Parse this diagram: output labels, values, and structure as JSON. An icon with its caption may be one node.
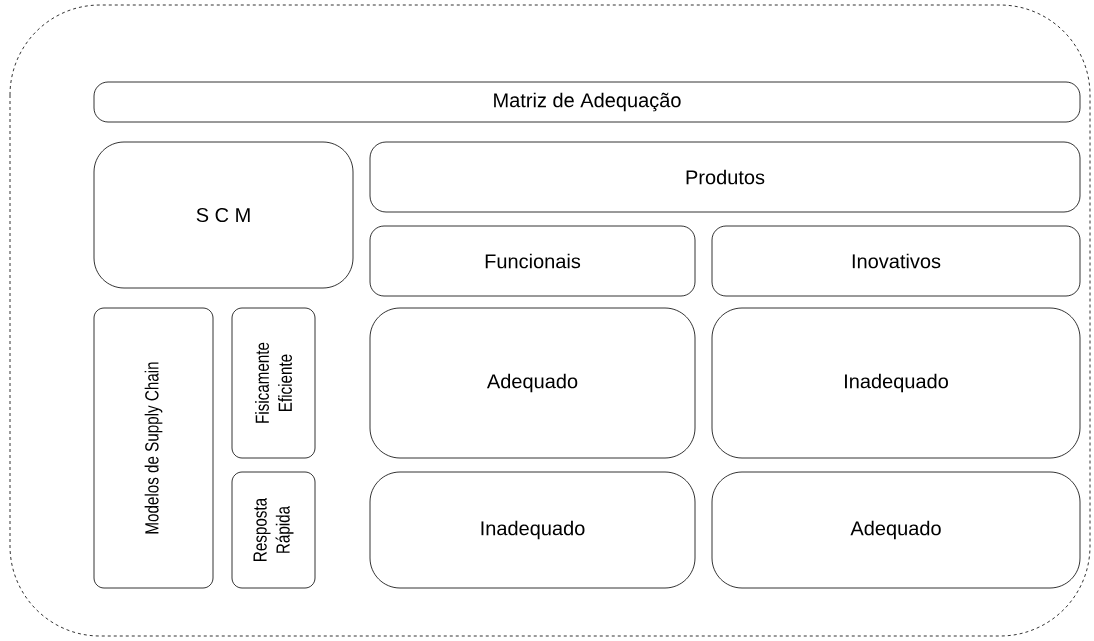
{
  "diagram": {
    "nodes": [
      {
        "text": [
          "Matriz de Adequação"
        ]
      },
      {
        "text": [
          "S C M"
        ]
      },
      {
        "text": [
          "Produtos"
        ]
      },
      {
        "text": [
          "Funcionais"
        ]
      },
      {
        "text": [
          "Inovativos"
        ]
      },
      {
        "text": [
          "Modelos de Supply Chain"
        ]
      },
      {
        "text": [
          "Fisicamente Eficiente"
        ]
      },
      {
        "text": [
          "Resposta Rápida"
        ]
      },
      {
        "text": [
          "Adequado"
        ]
      },
      {
        "text": [
          "Inadequado"
        ]
      },
      {
        "text": [
          "Inadequado"
        ]
      },
      {
        "text": [
          "Adequado"
        ]
      }
    ]
  }
}
